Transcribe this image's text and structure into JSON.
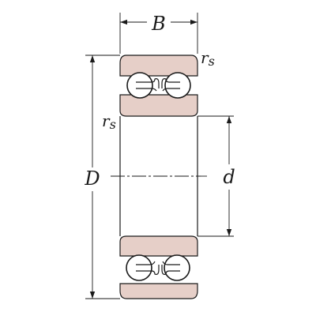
{
  "labels": {
    "width": "B",
    "radius_top": "r",
    "radius_top_sub": "s",
    "radius_left": "r",
    "radius_left_sub": "s",
    "outer_diameter": "D",
    "bore_diameter": "d"
  },
  "colors": {
    "ring": "#e6cfc8",
    "line": "#1a1a1a",
    "background": "#ffffff"
  }
}
